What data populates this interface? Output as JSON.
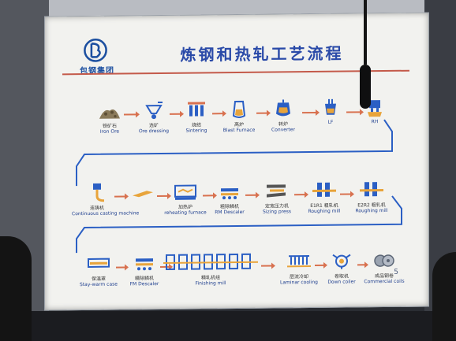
{
  "slide": {
    "logo_text": "包钢集团",
    "title": "炼钢和热轧工艺流程",
    "page_number": "5"
  },
  "row1": [
    {
      "cn": "铁矿石",
      "en": "Iron Ore",
      "icon": "ore-pile-icon"
    },
    {
      "cn": "选矿",
      "en": "Ore dressing",
      "icon": "ore-dressing-icon"
    },
    {
      "cn": "烧结",
      "en": "Sintering",
      "icon": "sintering-icon"
    },
    {
      "cn": "高炉",
      "en": "Blast Furnace",
      "icon": "blast-furnace-icon"
    },
    {
      "cn": "转炉",
      "en": "Converter",
      "icon": "converter-icon"
    },
    {
      "cn": "",
      "en": "LF",
      "icon": "ladle-furnace-icon"
    },
    {
      "cn": "",
      "en": "RH",
      "icon": "rh-degasser-icon"
    }
  ],
  "row2": [
    {
      "cn": "连铸机",
      "en": "Continuous casting machine",
      "icon": "continuous-caster-icon"
    },
    {
      "cn": "",
      "en": "",
      "icon": "slab-icon"
    },
    {
      "cn": "加热炉",
      "en": "reheating furnace",
      "icon": "reheating-furnace-icon"
    },
    {
      "cn": "粗除鳞机",
      "en": "RM Descaler",
      "icon": "descaler-icon"
    },
    {
      "cn": "定宽压力机",
      "en": "Sizing press",
      "icon": "sizing-press-icon"
    },
    {
      "cn": "E1R1 粗轧机",
      "en": "Roughing mill",
      "icon": "roughing-mill-icon"
    },
    {
      "cn": "E2R2 粗轧机",
      "en": "Roughing mill",
      "icon": "roughing-mill-2-icon"
    }
  ],
  "row3": [
    {
      "cn": "保温罩",
      "en": "Stay-warm case",
      "icon": "stay-warm-case-icon"
    },
    {
      "cn": "精除鳞机",
      "en": "FM Descaler",
      "icon": "fm-descaler-icon"
    },
    {
      "cn": "精轧机组",
      "en": "Finishing mill",
      "icon": "finishing-mill-icon"
    },
    {
      "cn": "层流冷却",
      "en": "Laminar cooling",
      "icon": "laminar-cooling-icon"
    },
    {
      "cn": "卷取机",
      "en": "Down coiler",
      "icon": "down-coiler-icon"
    },
    {
      "cn": "成品钢卷",
      "en": "Commercial coils",
      "icon": "commercial-coils-icon"
    }
  ],
  "colors": {
    "icon_blue": "#2b5fc4",
    "arrow": "#d8714f",
    "title": "#2a4aa8",
    "rule": "#c45a4a"
  }
}
